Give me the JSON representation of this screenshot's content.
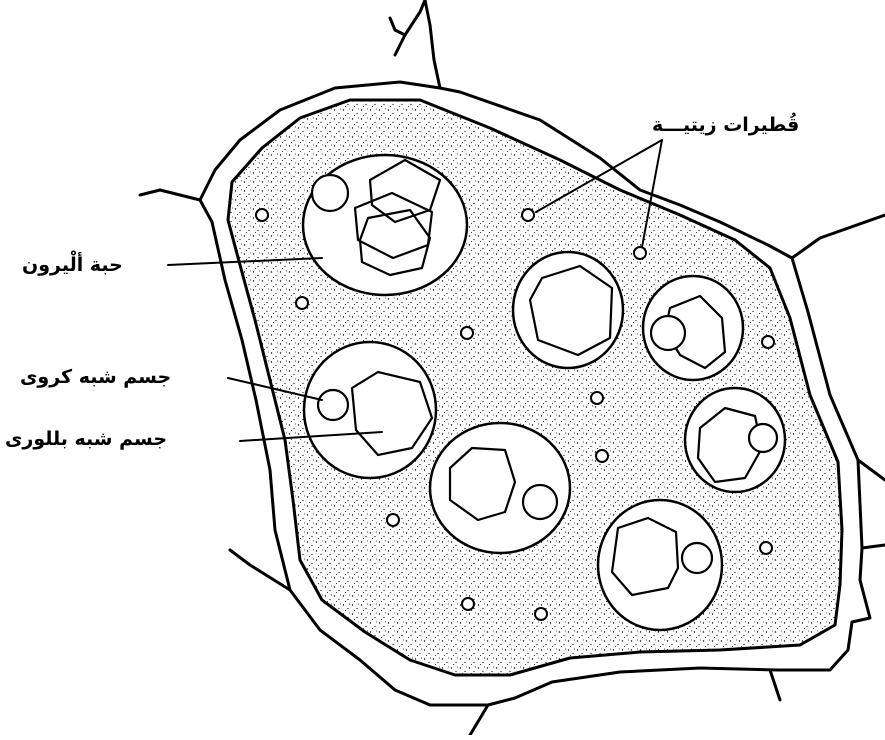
{
  "labels": {
    "oil_droplets": "قُطيرات زيتيـــة",
    "aleurone_grain": "حبة ألْيرون",
    "globoid": "جسم شبه كروى",
    "crystalloid": "جسم شبه بللورى"
  }
}
